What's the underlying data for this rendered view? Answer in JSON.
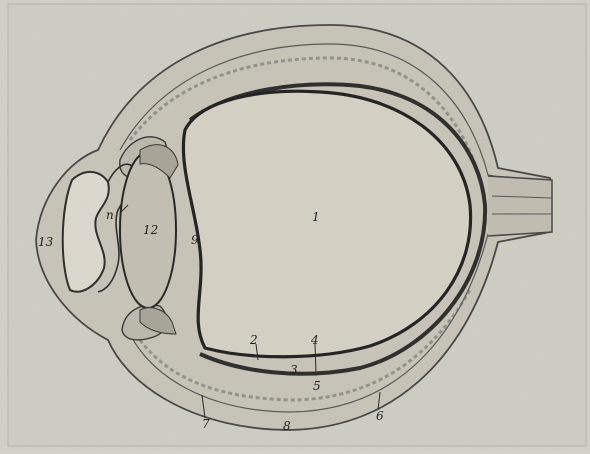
{
  "figure": {
    "labels": {
      "l1": "1",
      "l2": "2",
      "l3": "3",
      "l4": "4",
      "l5": "5",
      "l6": "6",
      "l7": "7",
      "l8": "8",
      "l9": "9",
      "l12": "12",
      "l13": "13",
      "ln": "n"
    }
  }
}
